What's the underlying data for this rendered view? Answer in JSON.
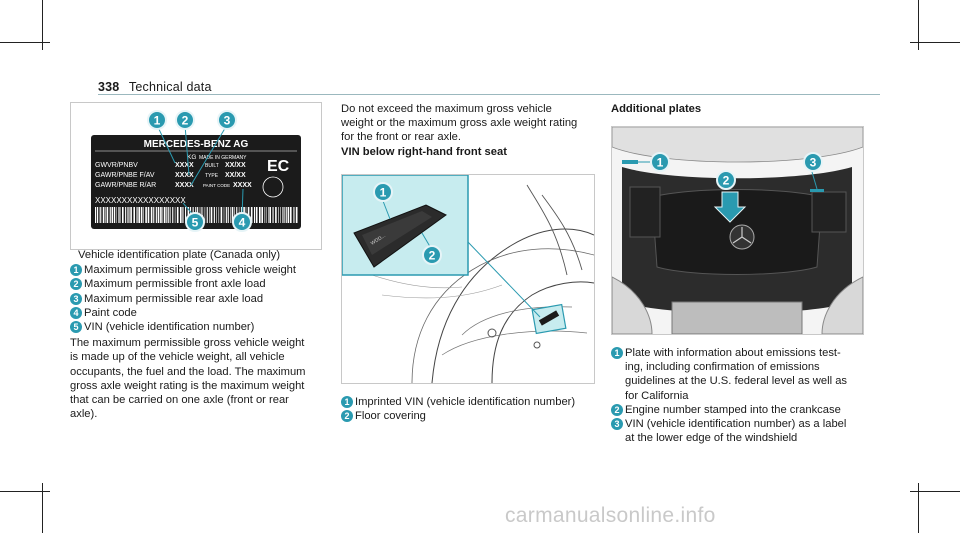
{
  "header": {
    "page_number": "338",
    "section": "Technical data"
  },
  "plate": {
    "brand": "MERCEDES-BENZ AG",
    "kg": "KG",
    "made_in": "MADE IN GERMANY",
    "built": "BUILT",
    "built_value": "XX/XX",
    "type": "TYPE",
    "type_value": "XX/XX",
    "paint_code": "PAINT CODE",
    "paint_value": "XXXX",
    "rows": [
      {
        "label": "GWVR/PNBV",
        "value": "XXXX"
      },
      {
        "label": "GAWR/PNBE F/AV",
        "value": "XXXX"
      },
      {
        "label": "GAWR/PNBE R/AR",
        "value": "XXXX"
      }
    ],
    "vin": "XXXXXXXXXXXXXXXXX",
    "ec": "EC",
    "callouts": [
      "1",
      "2",
      "3",
      "4",
      "5"
    ]
  },
  "left_col": {
    "caption": "Vehicle identification plate (Canada only)",
    "items": [
      {
        "n": "1",
        "text": "Maximum permissible gross vehicle weight"
      },
      {
        "n": "2",
        "text": "Maximum permissible front axle load"
      },
      {
        "n": "3",
        "text": "Maximum permissible rear axle load"
      },
      {
        "n": "4",
        "text": "Paint code"
      },
      {
        "n": "5",
        "text": "VIN (vehicle identification number)"
      }
    ],
    "para_lines": [
      "The maximum permissible gross vehicle weight",
      "is made up of the vehicle weight, all vehicle",
      "occupants, the fuel and the load. The maximum",
      "gross axle weight rating is the maximum weight",
      "that can be carried on one axle (front or rear",
      "axle)."
    ]
  },
  "mid_col": {
    "intro_lines": [
      "Do not exceed the maximum gross vehicle",
      "weight or the maximum gross axle weight rating",
      "for the front or rear axle."
    ],
    "subheading": "VIN below right-hand front seat",
    "items": [
      {
        "n": "1",
        "text": "Imprinted VIN (vehicle identification number)"
      },
      {
        "n": "2",
        "text": "Floor covering"
      }
    ],
    "callouts": [
      "1",
      "2"
    ]
  },
  "right_col": {
    "heading": "Additional plates",
    "items": [
      {
        "n": "1",
        "lines": [
          "Plate with information about emissions test-",
          "ing, including confirmation of emissions",
          "guidelines at the U.S. federal level as well as",
          "for California"
        ]
      },
      {
        "n": "2",
        "lines": [
          "Engine number stamped into the crankcase"
        ]
      },
      {
        "n": "3",
        "lines": [
          "VIN (vehicle identification number) as a label",
          "at the lower edge of the windshield"
        ]
      }
    ],
    "callouts": [
      "1",
      "2",
      "3"
    ]
  },
  "watermark": "carmanualsonline.info",
  "colors": {
    "accent": "#2a9ab0",
    "inset_bg": "#c7ecef",
    "plate_bg": "#1b1b1b"
  }
}
